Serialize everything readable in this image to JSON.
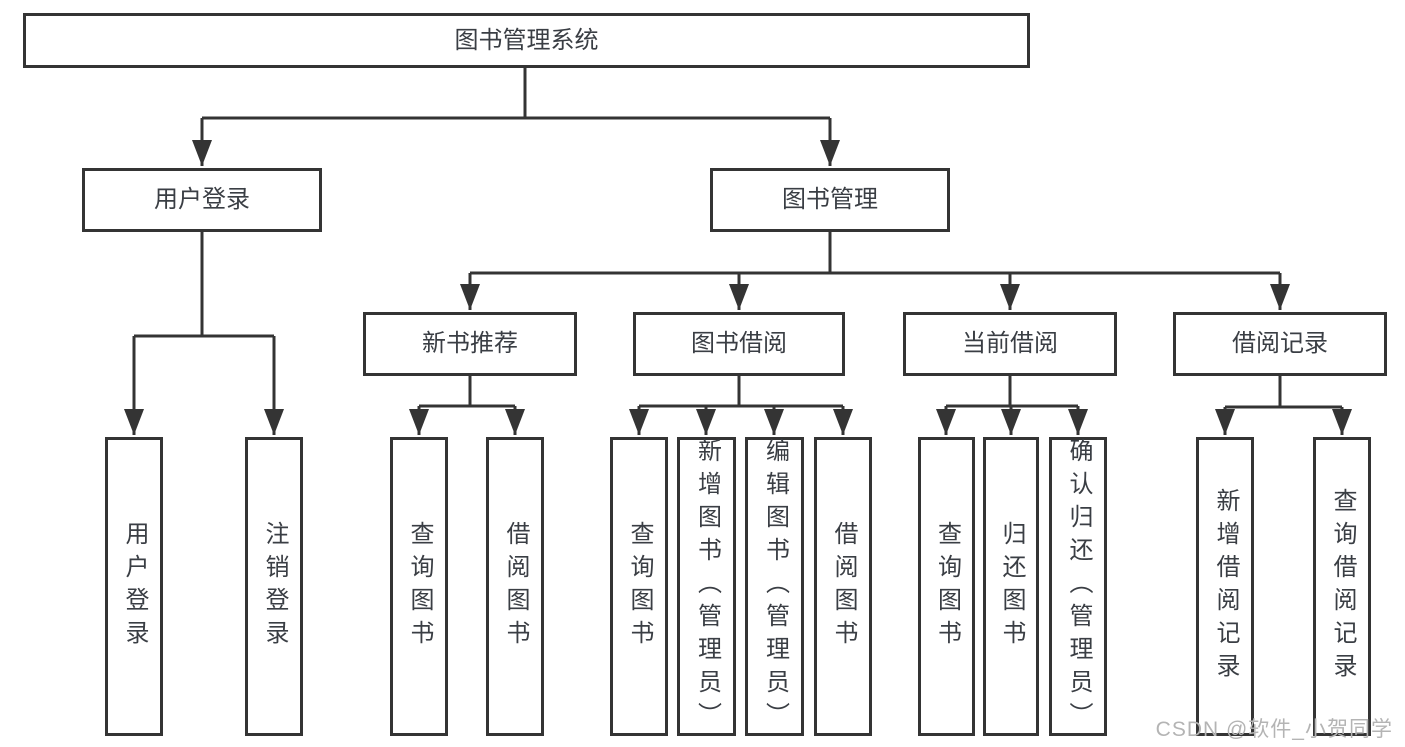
{
  "tree": {
    "root": "图书管理系统",
    "level2": {
      "login": "用户登录",
      "management": "图书管理"
    },
    "level3": {
      "newbook": "新书推荐",
      "borrow": "图书借阅",
      "current": "当前借阅",
      "records": "借阅记录"
    },
    "leaves": {
      "login": [
        "用户登录",
        "注销登录"
      ],
      "newbook": [
        "查询图书",
        "借阅图书"
      ],
      "borrow": [
        "查询图书",
        "新增图书（管理员）",
        "编辑图书（管理员）",
        "借阅图书"
      ],
      "current": [
        "查询图书",
        "归还图书",
        "确认归还（管理员）"
      ],
      "records": [
        "新增借阅记录",
        "查询借阅记录"
      ]
    }
  },
  "watermark": "CSDN @软件_小贺同学",
  "colors": {
    "line": "#343434",
    "text": "#3a3e44",
    "watermark": "#b4b4b4",
    "bg": "#ffffff"
  }
}
